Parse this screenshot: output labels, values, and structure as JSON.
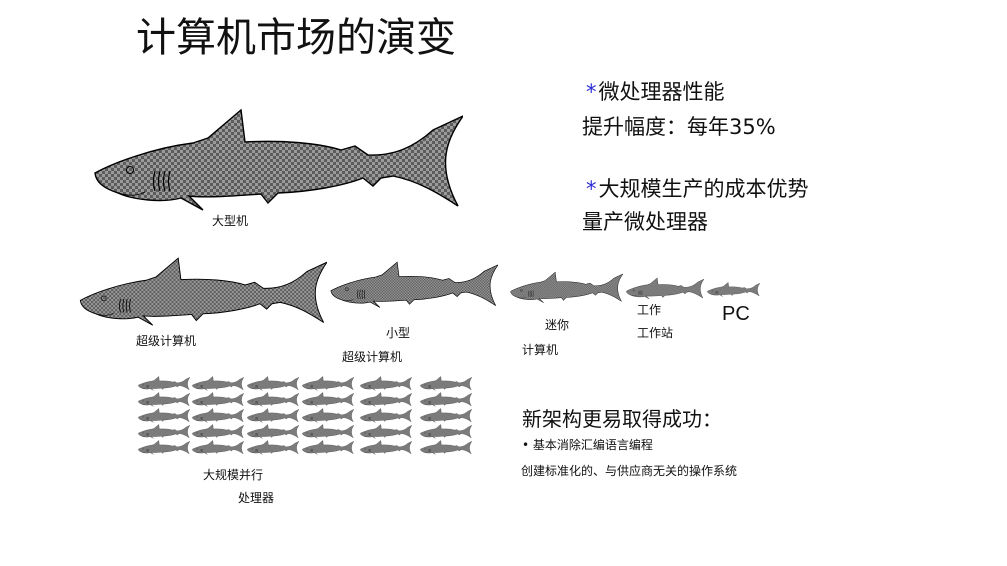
{
  "title": "计算机市场的演变",
  "theme": {
    "accent": "#2b2bd6",
    "shark_fill": "#8c8c8c",
    "shark_check": "#5a5a5a",
    "shark_stroke": "#000000"
  },
  "notes": {
    "bullet_mark": "*",
    "perf_line1": "微处理器性能",
    "perf_line2": "提升幅度：每年35%",
    "cost_line1": "大规模生产的成本优势",
    "cost_line2": "量产微处理器"
  },
  "sharks": {
    "mainframe": "大型机",
    "supercomputer": "超级计算机",
    "mini_line1": "小型",
    "mini_line2": "超级计算机",
    "micro_line1": "迷你",
    "micro_line2": "计算机",
    "workstation_line1": "工作",
    "workstation_line2": "工作站",
    "pc": "PC",
    "mpp_line1": "大规模并行",
    "mpp_line2": "处理器"
  },
  "success": {
    "heading": "新架构更易取得成功：",
    "item1": "• 基本消除汇编语言编程",
    "item2": "创建标准化的、与供应商无关的操作系统"
  },
  "icons": {
    "shark": "shark-icon"
  }
}
